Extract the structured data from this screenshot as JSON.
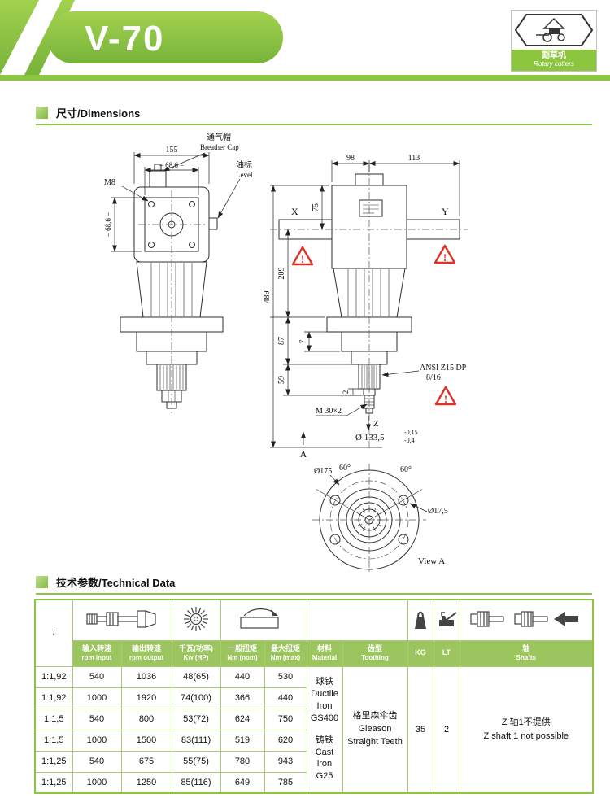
{
  "header": {
    "title": "V-70",
    "logo": {
      "zh": "割草机",
      "en": "Rotary cutters"
    }
  },
  "sections": {
    "dimensions": "尺寸/Dimensions",
    "technical": "技术参数/Technical Data"
  },
  "colors": {
    "accent_green": "#8CC63F",
    "table_header_green": "#9CC45F",
    "warning_red": "#E03127"
  },
  "icons": {
    "rotary-cutters-icon": "hexagon badge with rotary mower silhouette",
    "input-shaft-icon": "input shaft coupling",
    "power-icon": "sunburst power symbol",
    "torque-icon": "shaft with torque arrow",
    "weight-icon": "weight (kg)",
    "oil-can-icon": "oil can (lt)",
    "shafts-icon": "output shafts with left arrow",
    "warning-icon": "red triangle with exclamation mark"
  },
  "drawing": {
    "d155": "155",
    "d686_top": "= 68,6 =",
    "d686_left": "= 68,6 =",
    "m8": "M8",
    "breather_zh": "通气帽",
    "breather_en": "Breather Cap",
    "level_zh": "油标",
    "level_en": "Level",
    "d98": "98",
    "d113": "113",
    "d75": "75",
    "d209": "209",
    "d489": "489",
    "d87": "87",
    "d7": "7",
    "d59": "59",
    "d2": "2",
    "x": "X",
    "y": "Y",
    "ansi1": "ANSI Z15 DP",
    "ansi2": "8/16",
    "m30": "M 30×2",
    "z": "Z",
    "d1335": "Ø 133,5",
    "tol_top": "-0,15",
    "tol_bottom": "-0,4",
    "view_arrow": "A",
    "d175": "Ø175",
    "angle_left": "60°",
    "angle_right": "60°",
    "d17_5": "Ø17,5",
    "view_a": "View A",
    "warning_mark": "!"
  },
  "table": {
    "ratio_symbol": "i",
    "columns": [
      {
        "zh": "输入转速",
        "en": "rpm input"
      },
      {
        "zh": "输出转速",
        "en": "rpm output"
      },
      {
        "zh": "千瓦(功率)",
        "en": "Kw (HP)"
      },
      {
        "zh": "一般扭矩",
        "en": "Nm (nom)"
      },
      {
        "zh": "最大扭矩",
        "en": "Nm (max)"
      },
      {
        "zh": "材料",
        "en": "Material"
      },
      {
        "zh": "齿型",
        "en": "Toothing"
      },
      {
        "label": "KG"
      },
      {
        "label": "LT"
      },
      {
        "zh": "轴",
        "en": "Shafts"
      }
    ],
    "rows": [
      [
        "1:1,92",
        "540",
        "1036",
        "48(65)",
        "440",
        "530"
      ],
      [
        "1:1,92",
        "1000",
        "1920",
        "74(100)",
        "366",
        "440"
      ],
      [
        "1:1,5",
        "540",
        "800",
        "53(72)",
        "624",
        "750"
      ],
      [
        "1:1,5",
        "1000",
        "1500",
        "83(111)",
        "519",
        "620"
      ],
      [
        "1:1,25",
        "540",
        "675",
        "55(75)",
        "780",
        "943"
      ],
      [
        "1:1,25",
        "1000",
        "1250",
        "85(116)",
        "649",
        "785"
      ]
    ],
    "material": {
      "block1": [
        "球铁",
        "Ductile Iron",
        "GS400"
      ],
      "block2": [
        "铸铁",
        "Cast iron",
        "G25"
      ]
    },
    "toothing": [
      "格里森伞齿",
      "Gleason",
      "Straight Teeth"
    ],
    "kg": "35",
    "lt": "2",
    "shafts": [
      "Z 轴1不提供",
      "Z shaft 1 not possible"
    ]
  }
}
